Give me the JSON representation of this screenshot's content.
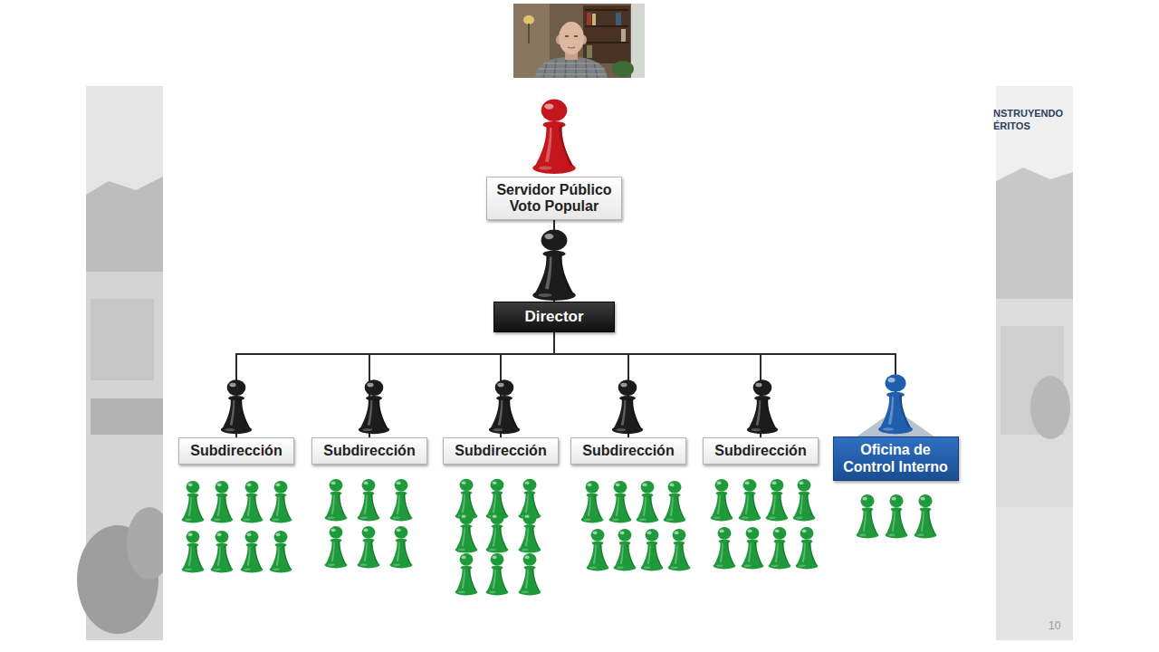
{
  "diagram": {
    "nodes": [
      {
        "text": [
          "Servidor Público Voto Popular"
        ]
      },
      {
        "text": [
          "Director"
        ]
      },
      {
        "text": [
          "Subdirección"
        ]
      },
      {
        "text": [
          "Subdirección"
        ]
      },
      {
        "text": [
          "Subdirección"
        ]
      },
      {
        "text": [
          "Subdirección"
        ]
      },
      {
        "text": [
          "Subdirección"
        ]
      },
      {
        "text": [
          "Oficina de Control Interno"
        ]
      }
    ],
    "edges": [
      {
        "from": 0,
        "to": 1,
        "arrow": "none"
      },
      {
        "from": 1,
        "to": 2,
        "arrow": "none"
      },
      {
        "from": 1,
        "to": 3,
        "arrow": "none"
      },
      {
        "from": 1,
        "to": 4,
        "arrow": "none"
      },
      {
        "from": 1,
        "to": 5,
        "arrow": "none"
      },
      {
        "from": 1,
        "to": 6,
        "arrow": "none"
      },
      {
        "from": 1,
        "to": 7,
        "arrow": "none"
      }
    ],
    "labels": [
      "NSTRUYENDO",
      "ÉRITOS",
      "10"
    ]
  }
}
